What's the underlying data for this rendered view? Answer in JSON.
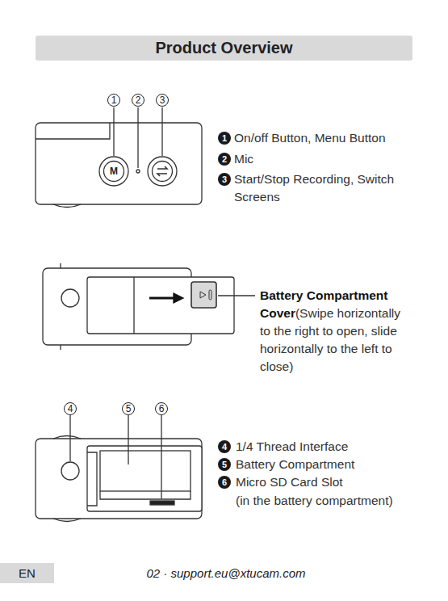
{
  "diagram": {
    "title": "Product Overview",
    "labels": [
      "1",
      "2",
      "3",
      "M",
      "1",
      "On/off Button, Menu Button",
      "2",
      "Mic",
      "3",
      "Start/Stop Recording, Switch Screens",
      "Battery Compartment Cover",
      "(Swipe horizontally to the right to open, slide horizontally to the left to close)",
      "4",
      "5",
      "6",
      "4",
      "1/4 Thread Interface",
      "5",
      "Battery Compartment",
      "6",
      "Micro SD Card Slot",
      "(in the battery compartment)",
      "EN",
      "02 · support.eu@xtucam.com"
    ]
  }
}
